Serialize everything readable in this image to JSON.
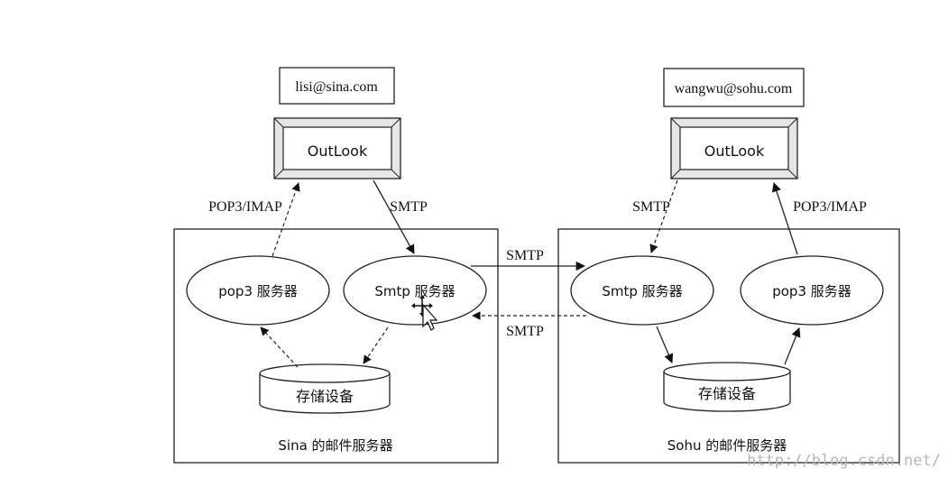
{
  "diagram": {
    "left": {
      "address": "lisi@sina.com",
      "client": "OutLook",
      "server_box_label": "Sina 的邮件服务器",
      "pop3_server": "pop3 服务器",
      "smtp_server": "Smtp 服务器",
      "storage": "存储设备",
      "pop3_imap_label": "POP3/IMAP",
      "smtp_label": "SMTP"
    },
    "right": {
      "address": "wangwu@sohu.com",
      "client": "OutLook",
      "server_box_label": "Sohu 的邮件服务器",
      "smtp_server": "Smtp 服务器",
      "pop3_server": "pop3 服务器",
      "storage": "存储设备",
      "smtp_label": "SMTP",
      "pop3_imap_label": "POP3/IMAP"
    },
    "between": {
      "smtp_forward_label": "SMTP",
      "smtp_return_label": "SMTP"
    },
    "watermark": "http://blog.csdn.net/"
  }
}
